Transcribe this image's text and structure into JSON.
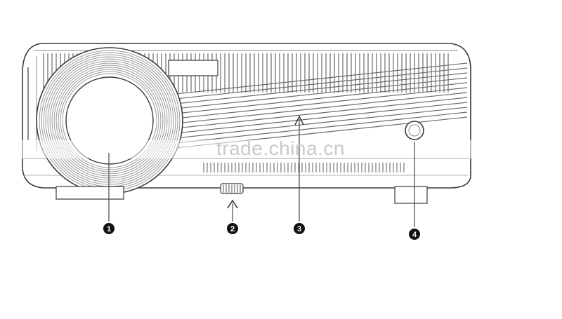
{
  "callouts": [
    {
      "id": "1",
      "label": "1"
    },
    {
      "id": "2",
      "label": "2"
    },
    {
      "id": "3",
      "label": "3"
    },
    {
      "id": "4",
      "label": "4"
    }
  ],
  "watermark": "trade.china.cn",
  "colors": {
    "outline": "#3a3a3a",
    "light_line": "#8a8a8a",
    "callout_fill": "#111111",
    "callout_line": "#555555",
    "watermark": "#c9c9c9"
  }
}
